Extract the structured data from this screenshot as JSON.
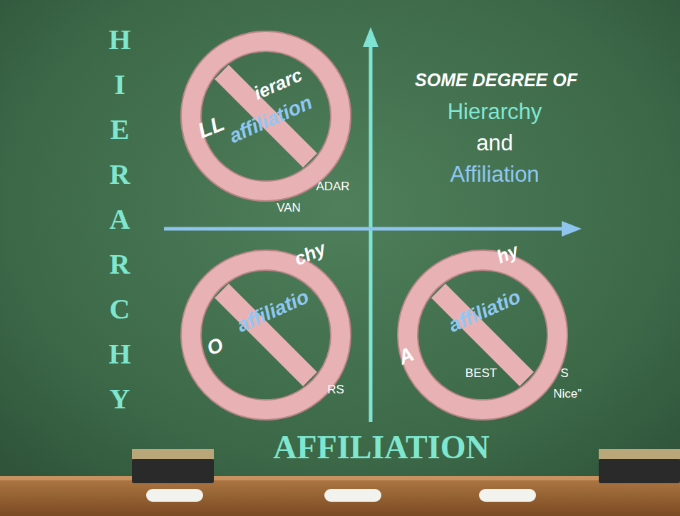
{
  "diagram": {
    "labels": [
      "HIERARCHY",
      "AFFILIATION",
      "SOME DEGREE OF",
      "Hierarchy",
      "and",
      "Affiliation",
      "LL",
      "ierarc",
      "affiliation",
      "ADAR",
      "VAN",
      "chy",
      "affiliatio",
      "O",
      "RS",
      "hy",
      "affiliatio",
      "A",
      "BEST",
      "S",
      "Nice”"
    ]
  }
}
